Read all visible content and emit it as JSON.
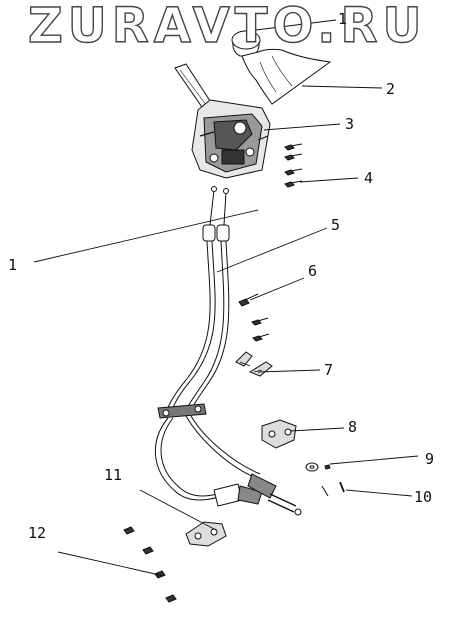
{
  "watermark": {
    "text": "ZURAVTO.RU"
  },
  "callouts": [
    {
      "id": "c1a",
      "label": "1"
    },
    {
      "id": "c2",
      "label": "2"
    },
    {
      "id": "c3",
      "label": "3"
    },
    {
      "id": "c4",
      "label": "4"
    },
    {
      "id": "c5",
      "label": "5"
    },
    {
      "id": "c1b",
      "label": "1"
    },
    {
      "id": "c6",
      "label": "6"
    },
    {
      "id": "c7",
      "label": "7"
    },
    {
      "id": "c8",
      "label": "8"
    },
    {
      "id": "c9",
      "label": "9"
    },
    {
      "id": "c10",
      "label": "10"
    },
    {
      "id": "c11",
      "label": "11"
    },
    {
      "id": "c12",
      "label": "12"
    }
  ],
  "colors": {
    "ink": "#111111",
    "background": "#ffffff"
  }
}
